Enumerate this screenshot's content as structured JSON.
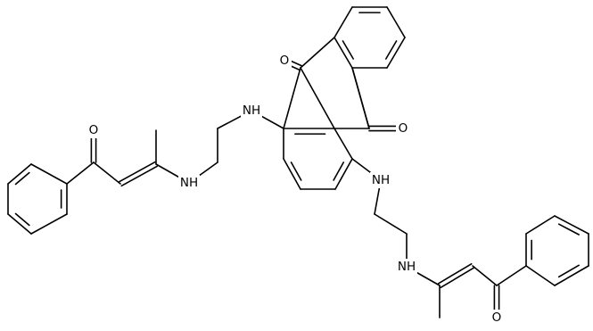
{
  "diagram": {
    "type": "skeletal-structure",
    "colors": {
      "bond": "#000000",
      "label": "#000000",
      "background": "#ffffff"
    },
    "atoms": {
      "o9": "O",
      "o10": "O",
      "n1": "NH",
      "n2": "NH",
      "n3": "NH",
      "n4": "NH",
      "o_left": "O",
      "o_right": "O"
    }
  }
}
